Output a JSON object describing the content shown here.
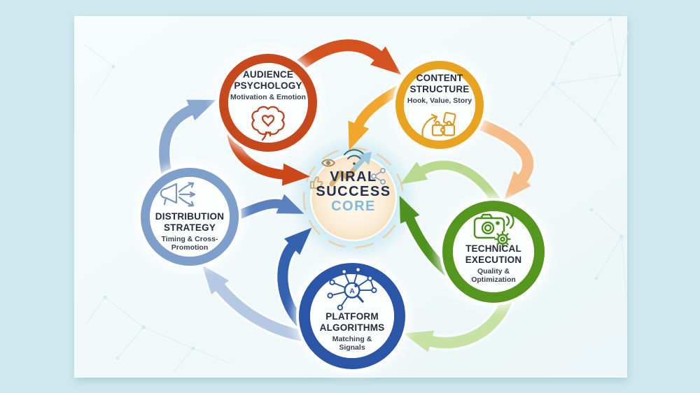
{
  "background": {
    "outer_color": "#cfe9ee",
    "card_color": "#f2f9fa"
  },
  "center": {
    "line1": "VIRAL",
    "line2": "SUCCESS",
    "line3": "CORE",
    "title_color": "#22304f",
    "core_color": "#7fbbd9",
    "icons": [
      "thumbs-up-icon",
      "eye-icon",
      "wifi-signal-icon",
      "growth-arrow-icon",
      "share-network-icon"
    ]
  },
  "nodes": [
    {
      "id": "audience-psychology",
      "title_line1": "AUDIENCE",
      "title_line2": "PSYCHOLOGY",
      "subtitle": "Motivation & Emotion",
      "ring_color": "#c6491d",
      "icon_color": "#b5441f",
      "icon": "brain-heart-icon"
    },
    {
      "id": "content-structure",
      "title_line1": "CONTENT",
      "title_line2": "STRUCTURE",
      "subtitle": "Hook, Value, Story",
      "ring_color": "#e8a321",
      "icon_color": "#d79a25",
      "icon": "puzzle-pieces-icon"
    },
    {
      "id": "technical-execution",
      "title_line1": "TECHNICAL",
      "title_line2": "EXECUTION",
      "subtitle": "Quality & Optimization",
      "ring_color": "#55961e",
      "icon_color": "#4c8f1c",
      "icon": "camera-gear-icon"
    },
    {
      "id": "platform-algorithms",
      "title_line1": "PLATFORM",
      "title_line2": "ALGORITHMS",
      "subtitle": "Matching & Signals",
      "ring_color": "#2b56a8",
      "icon_color": "#27549e",
      "icon": "algorithm-search-icon",
      "icon_letter": "A"
    },
    {
      "id": "distribution-strategy",
      "title_line1": "DISTRIBUTION",
      "title_line2": "STRATEGY",
      "subtitle": "Timing & Cross-Promotion",
      "ring_color": "#7e9fc9",
      "icon_color": "#7b95bd",
      "icon": "megaphone-arrows-icon"
    }
  ],
  "arrows": [
    {
      "name": "distribution-to-audience-arrow",
      "color": "#8aa8d0"
    },
    {
      "name": "audience-to-content-arrow",
      "color": "#d4521f"
    },
    {
      "name": "audience-to-core-arrow",
      "color": "#cc4718"
    },
    {
      "name": "content-to-core-arrow",
      "color": "#f0a72e"
    },
    {
      "name": "content-to-technical-arrow",
      "color": "#f5bd8a"
    },
    {
      "name": "technical-to-core-upper-arrow",
      "color": "#b9d98e"
    },
    {
      "name": "technical-to-core-lower-arrow",
      "color": "#4e9220"
    },
    {
      "name": "technical-to-platform-arrow",
      "color": "#c6e2a4"
    },
    {
      "name": "platform-to-core-arrow",
      "color": "#3562af"
    },
    {
      "name": "platform-to-distribution-arrow",
      "color": "#b6c9e2"
    },
    {
      "name": "distribution-to-core-arrow",
      "color": "#5b82bf"
    }
  ]
}
